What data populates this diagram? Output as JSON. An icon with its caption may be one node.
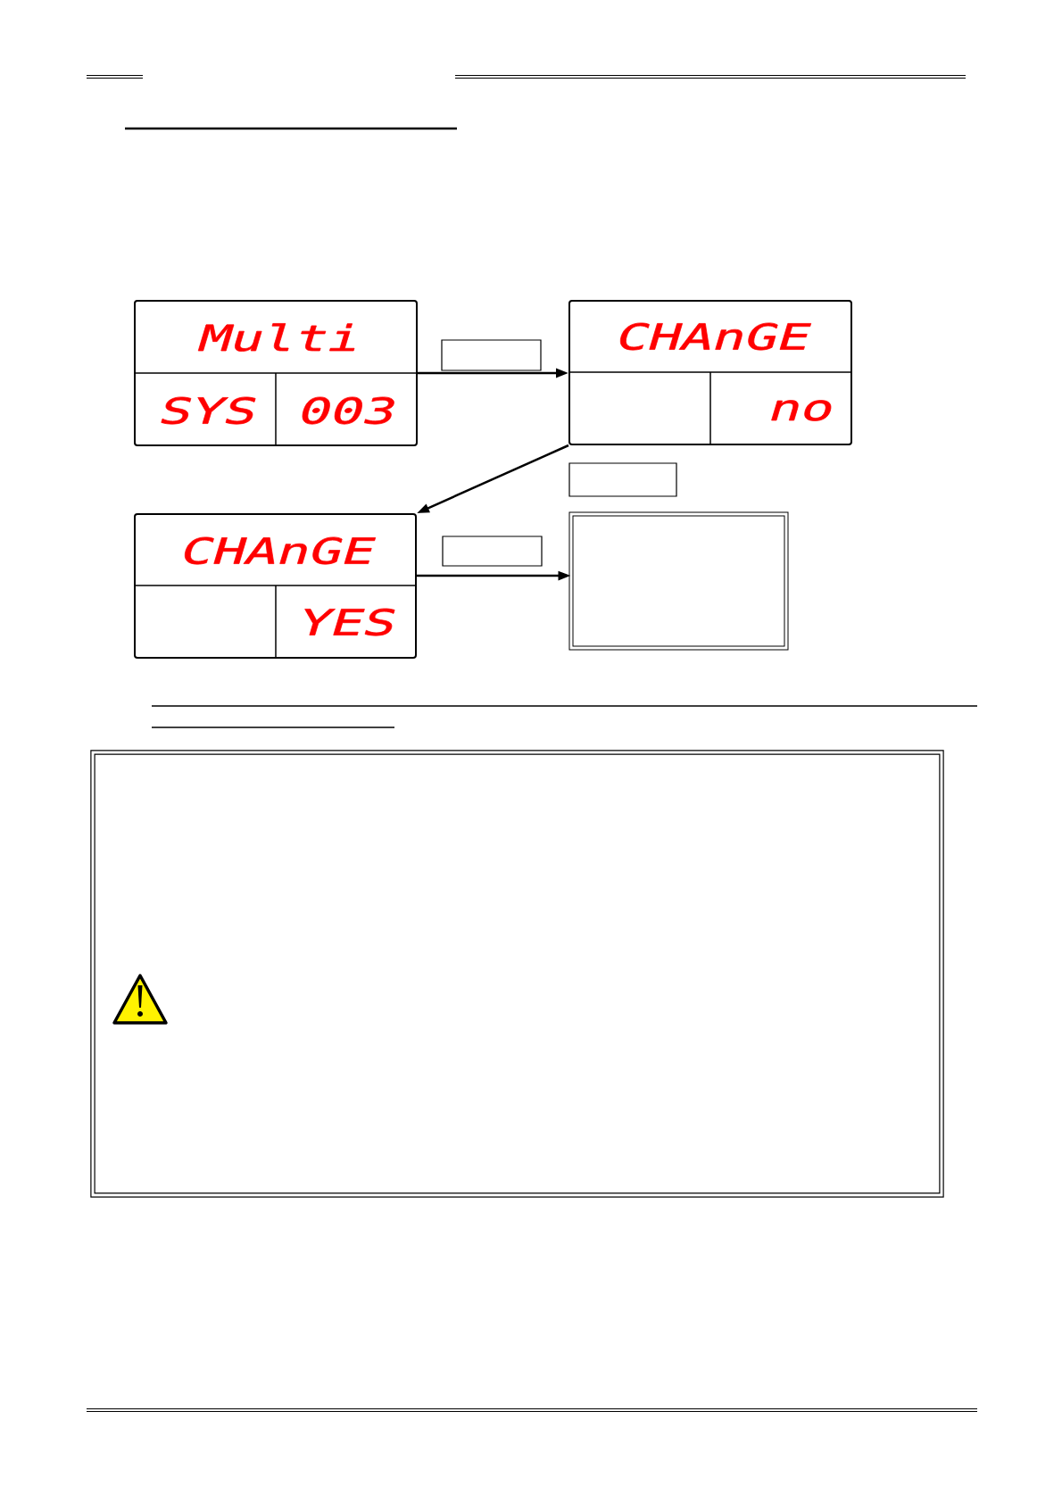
{
  "diagram": {
    "nodes": [
      {
        "text": [
          "Multi",
          "SYS",
          "003"
        ]
      },
      {
        "text": [],
        "shape": "box"
      },
      {
        "text": [
          "CHAnGE",
          "no"
        ]
      },
      {
        "text": [],
        "shape": "box"
      },
      {
        "text": [
          "CHAnGE",
          "YES"
        ]
      },
      {
        "text": [],
        "shape": "box"
      },
      {
        "text": [],
        "shape": "box"
      }
    ],
    "edges": [
      {
        "from": 0,
        "to": 2,
        "arrow": "to"
      },
      {
        "from": 2,
        "to": 4,
        "arrow": "to"
      },
      {
        "from": 4,
        "to": 6,
        "arrow": "to"
      }
    ]
  }
}
